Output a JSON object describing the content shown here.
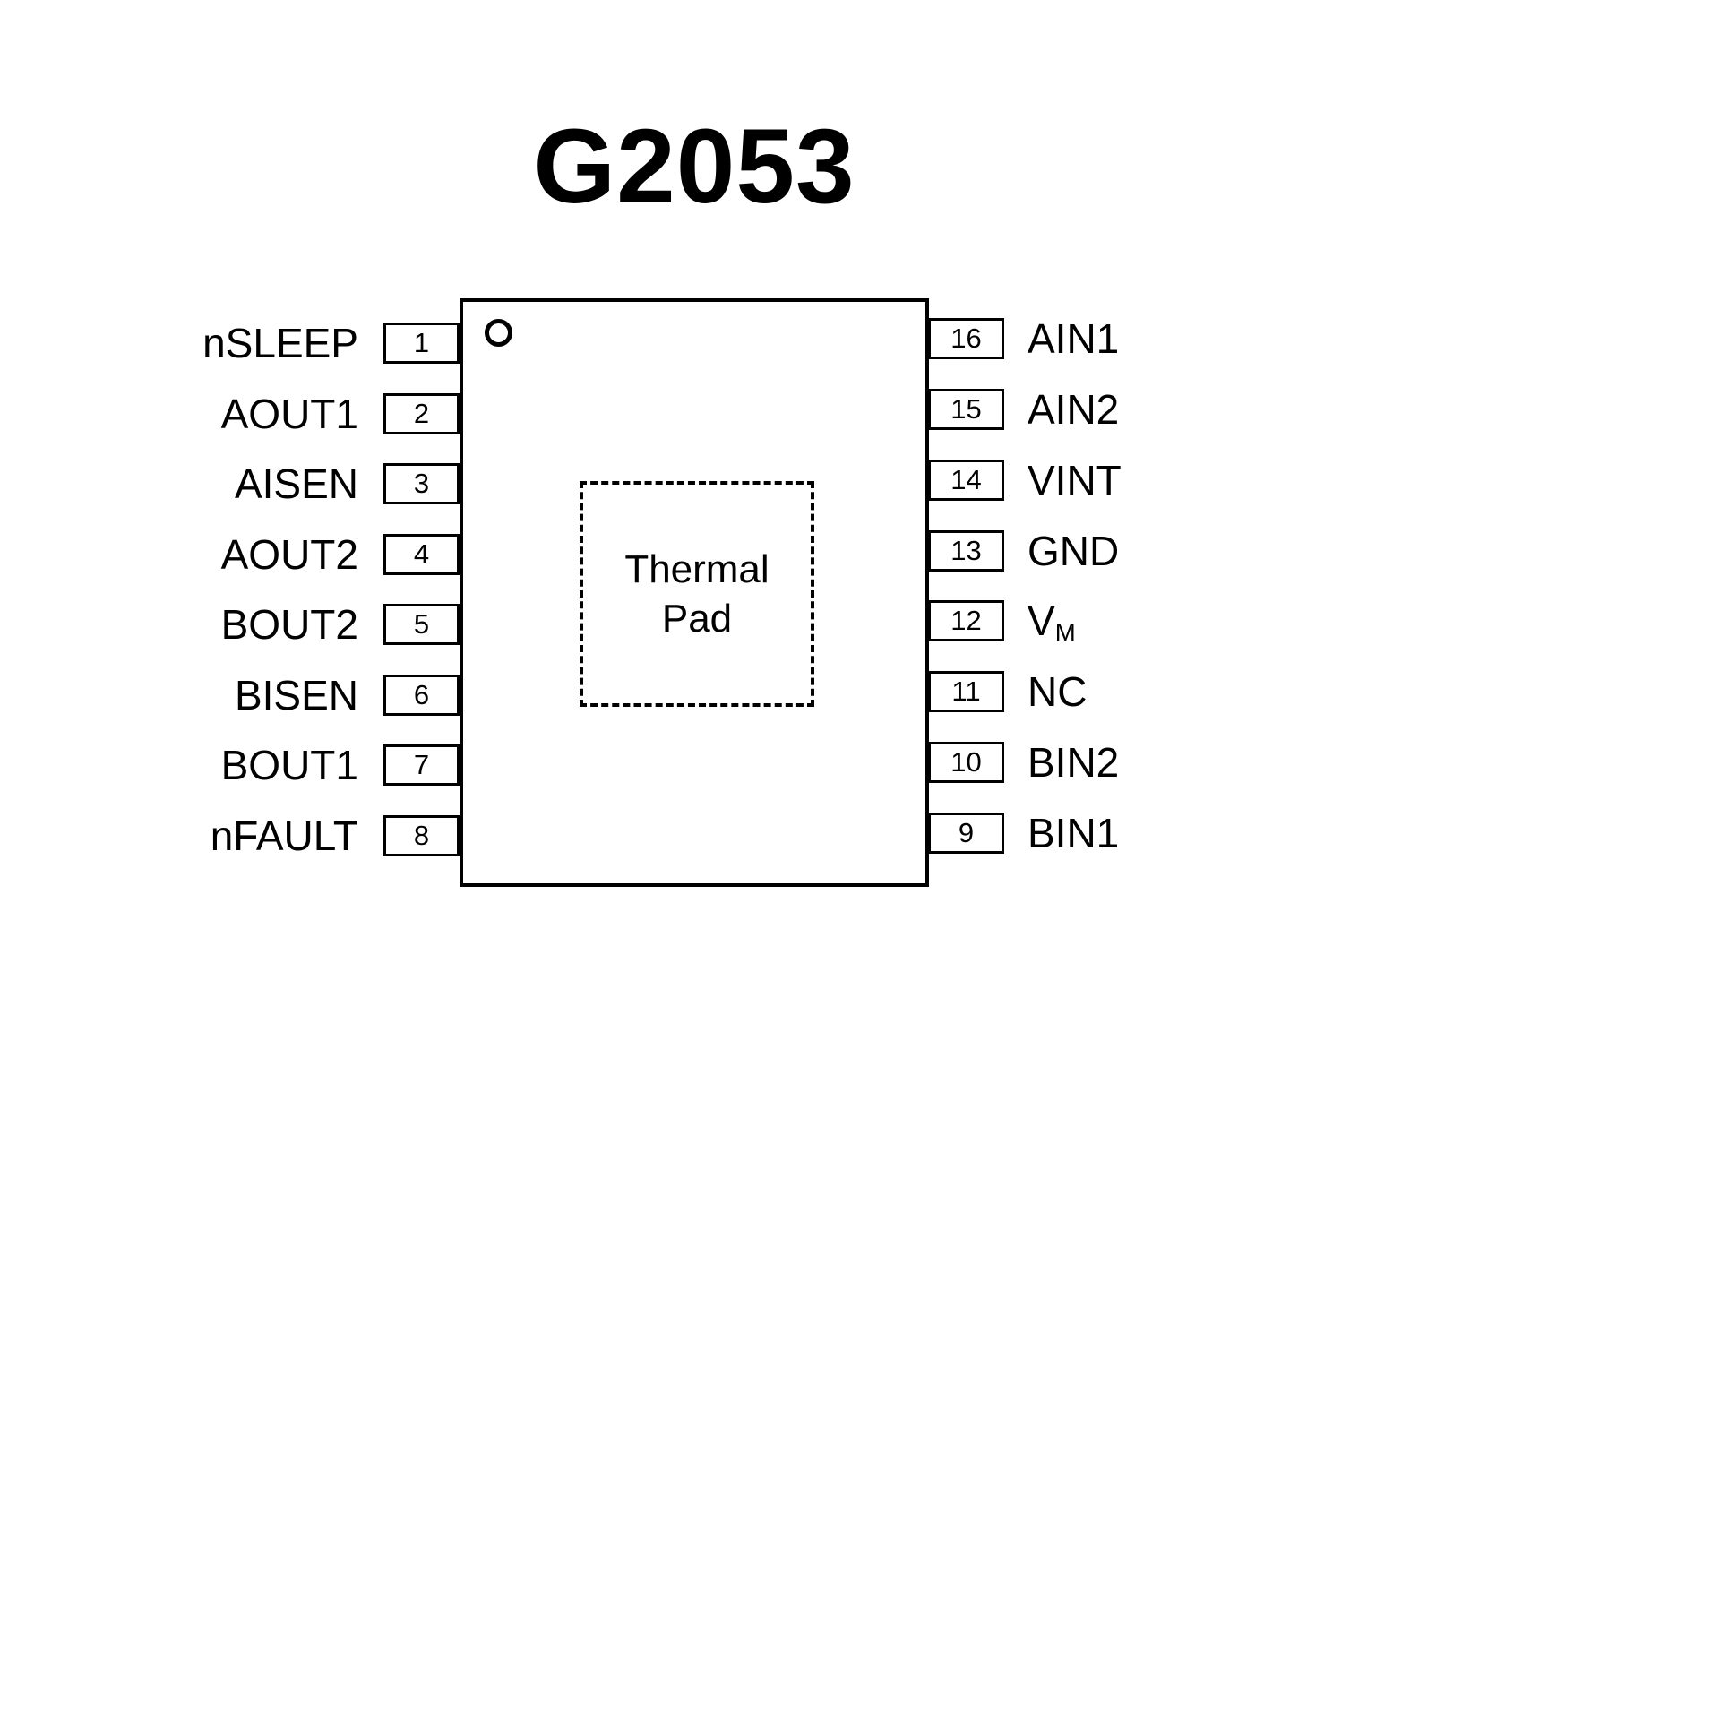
{
  "title": "G2053",
  "thermal_pad": {
    "line1": "Thermal",
    "line2": "Pad"
  },
  "left_pins": [
    {
      "number": "1",
      "label": "nSLEEP"
    },
    {
      "number": "2",
      "label": "AOUT1"
    },
    {
      "number": "3",
      "label": "AISEN"
    },
    {
      "number": "4",
      "label": "AOUT2"
    },
    {
      "number": "5",
      "label": "BOUT2"
    },
    {
      "number": "6",
      "label": "BISEN"
    },
    {
      "number": "7",
      "label": "BOUT1"
    },
    {
      "number": "8",
      "label": "nFAULT"
    }
  ],
  "right_pins": [
    {
      "number": "16",
      "label": "AIN1"
    },
    {
      "number": "15",
      "label": "AIN2"
    },
    {
      "number": "14",
      "label": "VINT"
    },
    {
      "number": "13",
      "label": "GND"
    },
    {
      "number": "12",
      "label_main": "V",
      "label_sub": "M"
    },
    {
      "number": "11",
      "label": "NC"
    },
    {
      "number": "10",
      "label": "BIN2"
    },
    {
      "number": "9",
      "label": "BIN1"
    }
  ]
}
